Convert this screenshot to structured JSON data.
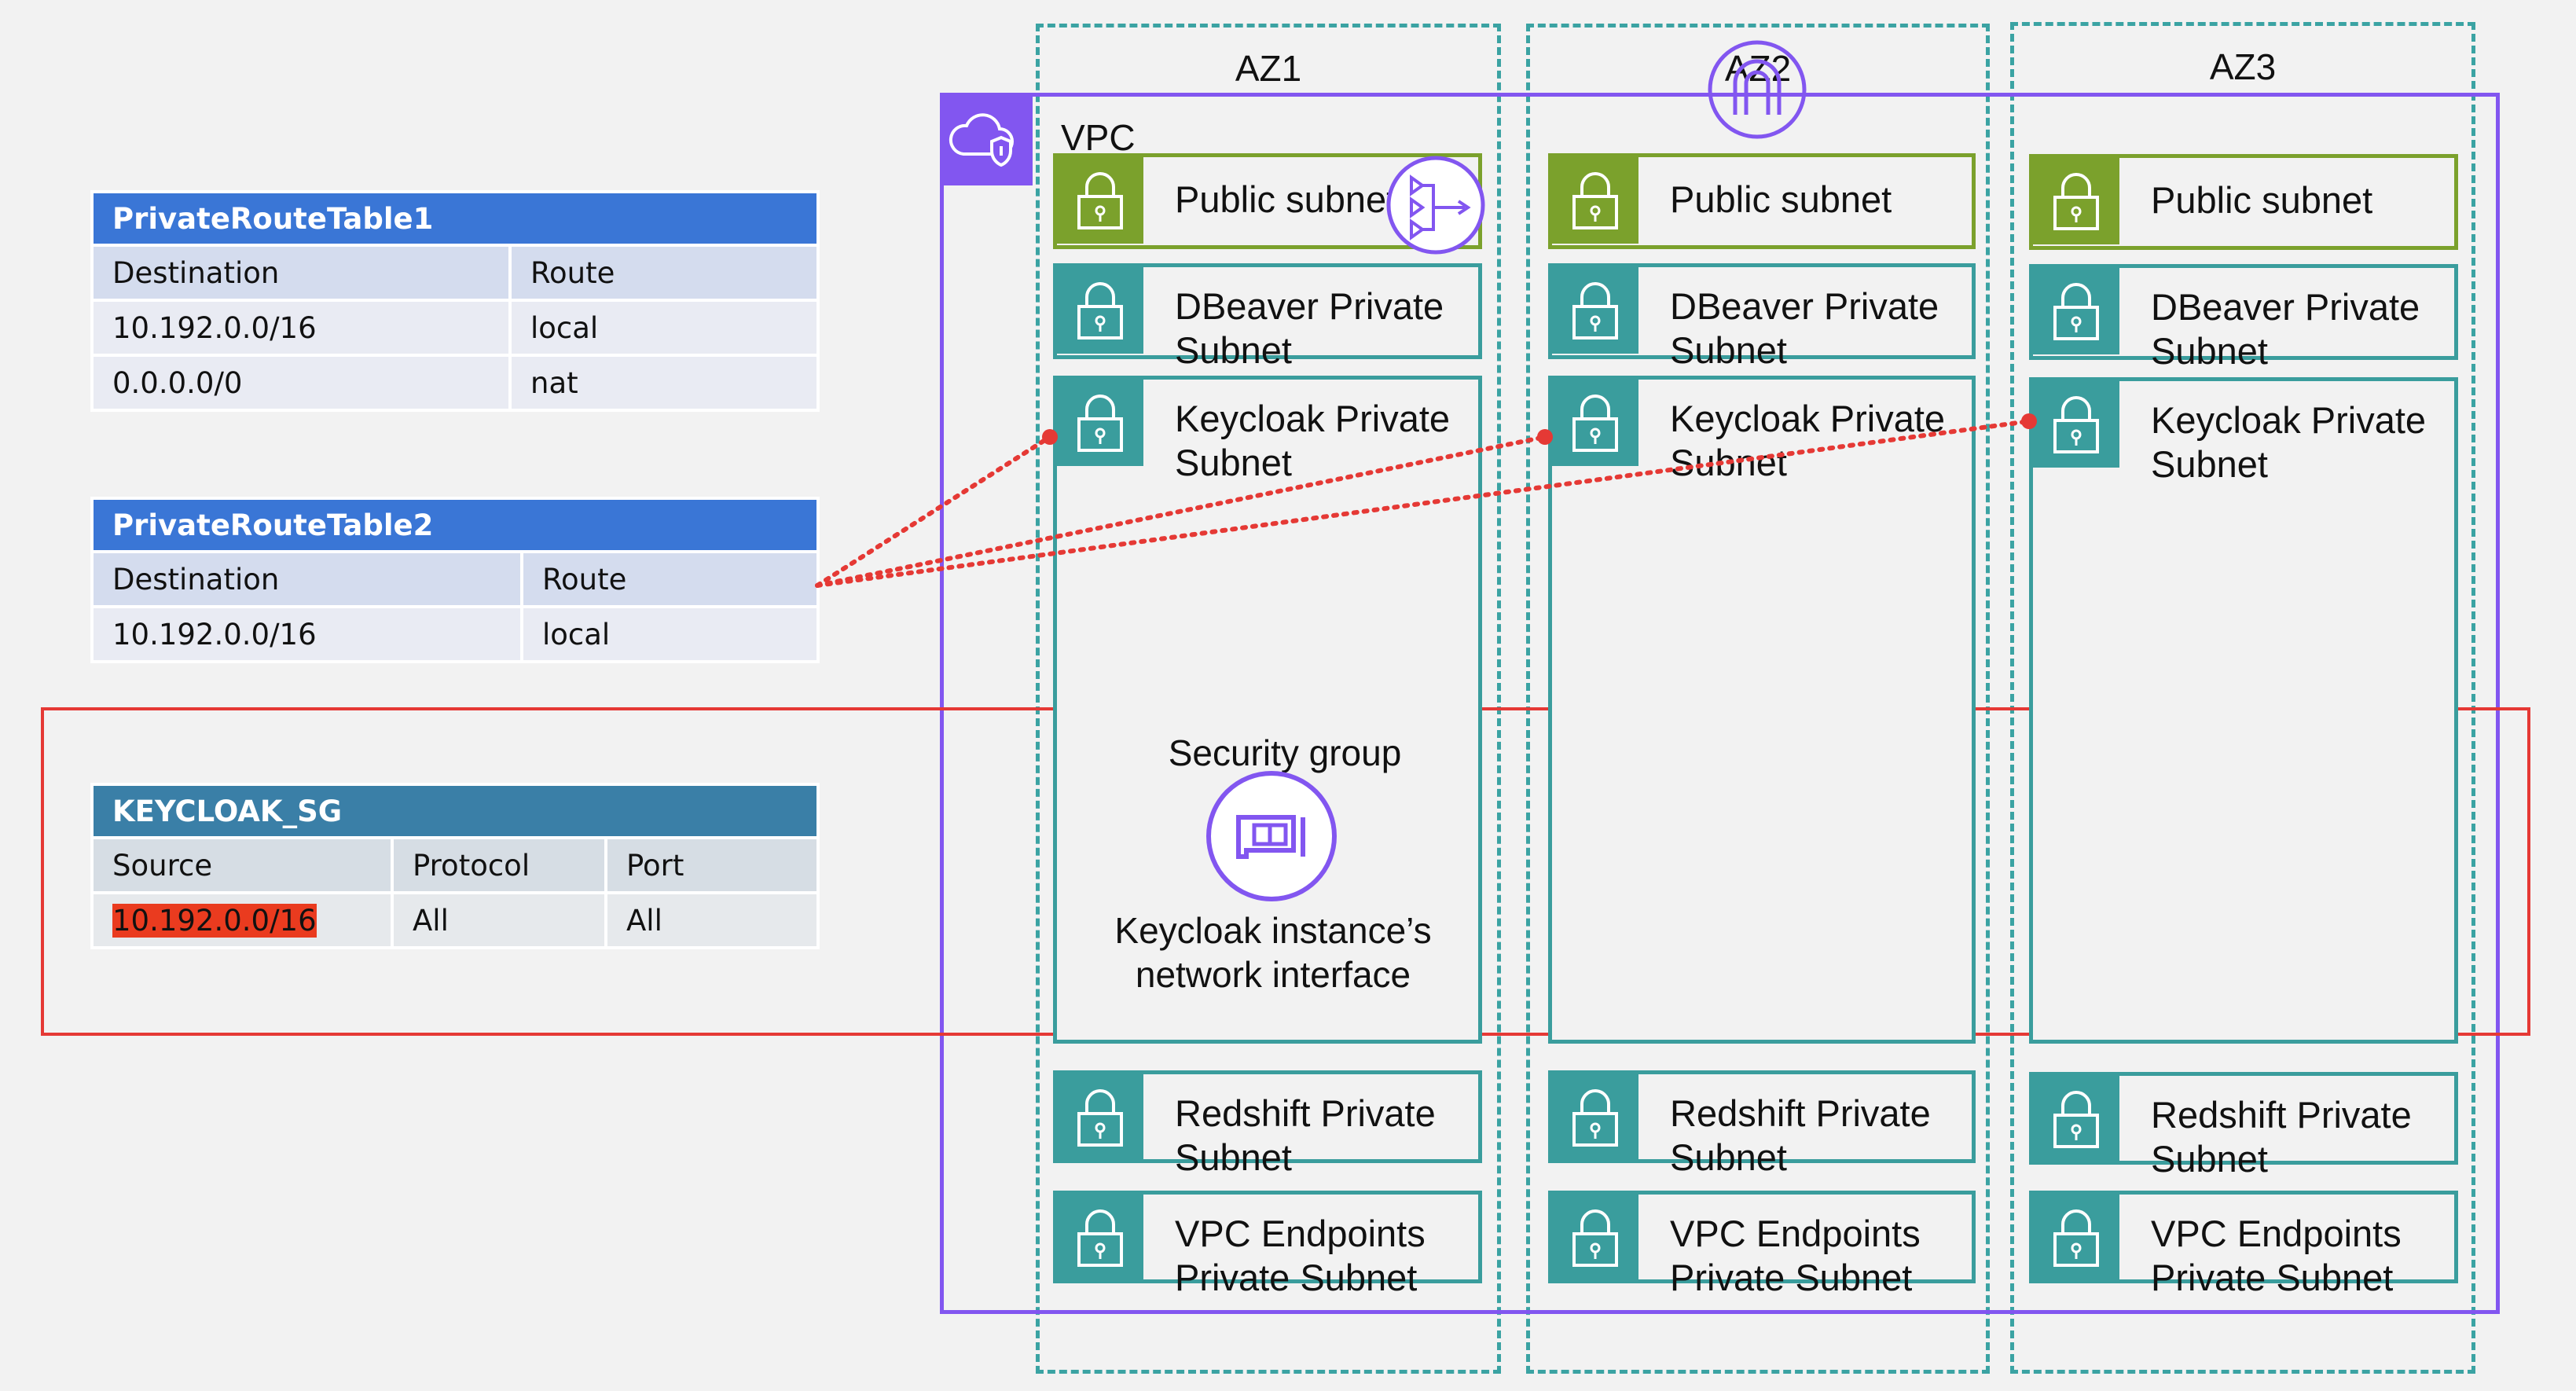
{
  "route_table_1": {
    "title": "PrivateRouteTable1",
    "headers": [
      "Destination",
      "Route"
    ],
    "rows": [
      [
        "10.192.0.0/16",
        "local"
      ],
      [
        "0.0.0.0/0",
        "nat"
      ]
    ]
  },
  "route_table_2": {
    "title": "PrivateRouteTable2",
    "headers": [
      "Destination",
      "Route"
    ],
    "rows": [
      [
        "10.192.0.0/16",
        "local"
      ]
    ]
  },
  "security_group_table": {
    "title": "KEYCLOAK_SG",
    "headers": [
      "Source",
      "Protocol",
      "Port"
    ],
    "rows": [
      [
        "10.192.0.0/16",
        "All",
        "All"
      ]
    ]
  },
  "vpc": {
    "label": "VPC"
  },
  "azs": [
    {
      "label": "AZ1",
      "subnets": {
        "public": "Public subnet",
        "dbeaver": "DBeaver Private Subnet",
        "keycloak": "Keycloak Private Subnet",
        "redshift": "Redshift Private Subnet",
        "endpoints": "VPC Endpoints Private Subnet"
      }
    },
    {
      "label": "AZ2",
      "subnets": {
        "public": "Public subnet",
        "dbeaver": "DBeaver Private Subnet",
        "keycloak": "Keycloak Private Subnet",
        "redshift": "Redshift Private Subnet",
        "endpoints": "VPC Endpoints Private Subnet"
      }
    },
    {
      "label": "AZ3",
      "subnets": {
        "public": "Public subnet",
        "dbeaver": "DBeaver Private Subnet",
        "keycloak": "Keycloak Private Subnet",
        "redshift": "Redshift Private Subnet",
        "endpoints": "VPC Endpoints Private Subnet"
      }
    }
  ],
  "security_group": {
    "label": "Security group",
    "description": "Keycloak instance’s network interface"
  },
  "icons": [
    "vpc-cloud-icon",
    "nat-gateway-icon",
    "internet-gateway-icon",
    "lock-icon",
    "network-interface-icon"
  ],
  "colors": {
    "vpc": "#8256f0",
    "private_subnet": "#3a9d9d",
    "public_subnet": "#7ba12c",
    "highlight": "#e53935",
    "route_table_header": "#3a76d6",
    "security_group_header": "#3a7fa7"
  }
}
